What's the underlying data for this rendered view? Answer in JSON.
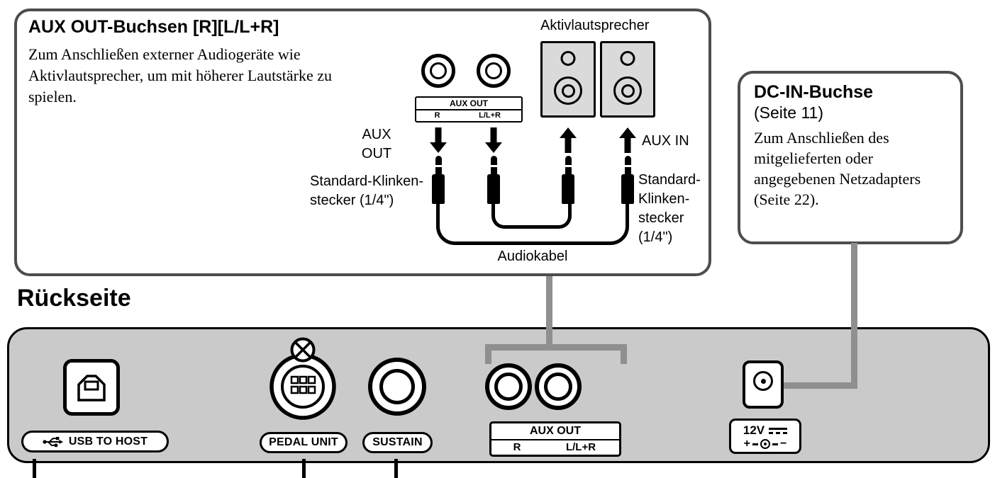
{
  "aux_box": {
    "title": "AUX OUT-Buchsen [R][L/L+R]",
    "body_lines": [
      "Zum Anschließen externer Audiogeräte wie",
      "Aktivlautsprecher, um mit höherer Lautstärke zu",
      "spielen."
    ],
    "speakers_label": "Aktivlautsprecher",
    "jack_plate": {
      "title": "AUX OUT",
      "left": "R",
      "right": "L/L+R"
    },
    "aux_out_label_lines": [
      "AUX",
      "OUT"
    ],
    "aux_in_label": "AUX IN",
    "left_plug_label_lines": [
      "Standard-Klinken-",
      "stecker (1/4\")"
    ],
    "right_plug_label_lines": [
      "Standard-",
      "Klinken-",
      "stecker",
      "(1/4\")"
    ],
    "cable_label": "Audiokabel"
  },
  "dc_box": {
    "title": "DC-IN-Buchse",
    "subtitle": "(Seite 11)",
    "body_lines": [
      "Zum Anschließen des",
      "mitgelieferten oder",
      "angegebenen Netzadapters",
      "(Seite 22)."
    ]
  },
  "rear_panel": {
    "heading": "Rückseite",
    "usb_label": "USB TO HOST",
    "pedal_label": "PEDAL UNIT",
    "sustain_label": "SUSTAIN",
    "aux_plate": {
      "title": "AUX OUT",
      "left": "R",
      "right": "L/L+R"
    },
    "dc_plate": {
      "voltage": "12V",
      "plus": "+",
      "minus": "−"
    }
  },
  "colors": {
    "panel_gray": "#cacaca",
    "callout_border": "#4d4d4d",
    "connector_line_gray": "#8f8f8f"
  }
}
